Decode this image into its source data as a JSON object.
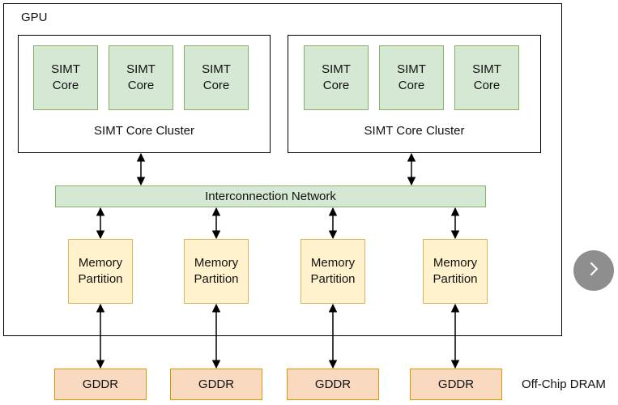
{
  "gpu": {
    "label": "GPU"
  },
  "clusters": [
    {
      "label": "SIMT Core Cluster",
      "cores": [
        "SIMT\nCore",
        "SIMT\nCore",
        "SIMT\nCore"
      ]
    },
    {
      "label": "SIMT Core Cluster",
      "cores": [
        "SIMT\nCore",
        "SIMT\nCore",
        "SIMT\nCore"
      ]
    }
  ],
  "interconnect": {
    "label": "Interconnection Network"
  },
  "memory_partitions": [
    "Memory\nPartition",
    "Memory\nPartition",
    "Memory\nPartition",
    "Memory\nPartition"
  ],
  "gddr": [
    "GDDR",
    "GDDR",
    "GDDR",
    "GDDR"
  ],
  "off_chip_label": "Off-Chip DRAM",
  "colors": {
    "core_fill": "#d5e8d4",
    "core_stroke": "#82b366",
    "partition_fill": "#fff2cc",
    "partition_stroke": "#d6b656",
    "gddr_fill": "#fad9c1",
    "gddr_stroke": "#d79b00",
    "nav_button": "#8e8e8e"
  },
  "icons": {
    "next": "chevron-right-icon"
  }
}
